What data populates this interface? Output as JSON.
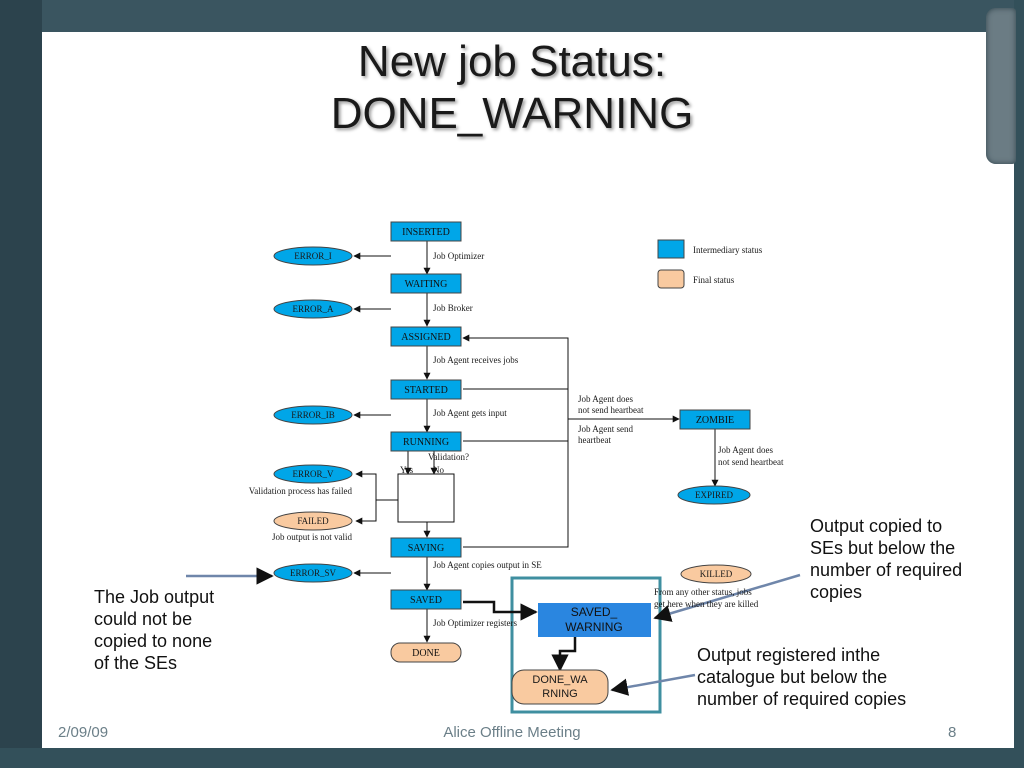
{
  "title": {
    "line1": "New job Status:",
    "line2": "DONE_WARNING"
  },
  "footer": {
    "date": "2/09/09",
    "meeting": "Alice Offline Meeting",
    "page": "8"
  },
  "legend": {
    "intermediary": "Intermediary status",
    "final": "Final status"
  },
  "states": {
    "inserted": "INSERTED",
    "waiting": "WAITING",
    "assigned": "ASSIGNED",
    "started": "STARTED",
    "running": "RUNNING",
    "saving": "SAVING",
    "saved": "SAVED",
    "done": "DONE",
    "zombie": "ZOMBIE",
    "expired": "EXPIRED",
    "error_i": "ERROR_I",
    "error_a": "ERROR_A",
    "error_ib": "ERROR_IB",
    "error_v": "ERROR_V",
    "failed": "FAILED",
    "error_sv": "ERROR_SV",
    "killed": "KILLED",
    "saved_warning_1": "SAVED_",
    "saved_warning_2": "WARNING",
    "done_warning_1": "DONE_WA",
    "done_warning_2": "RNING"
  },
  "labels": {
    "job_optimizer": "Job Optimizer",
    "job_broker": "Job Broker",
    "agent_receives": "Job Agent receives jobs",
    "agent_input": "Job Agent gets input",
    "validation": "Validation?",
    "yes": "Yes",
    "no": "No",
    "validation_failed": "Validation process has failed",
    "output_not_valid": "Job output is not valid",
    "copies_output": "Job Agent copies output in SE",
    "optimizer_registers": "Job Optimizer registers",
    "hb1_1": "Job Agent does",
    "hb1_2": "not send heartbeat",
    "hb2_1": "Job Agent  send",
    "hb2_2": "heartbeat",
    "hb3_1": "Job Agent does",
    "hb3_2": "not send heartbeat",
    "killed_1": "From any  other status, jobs",
    "killed_2": "get here when they are killed"
  },
  "callouts": {
    "left": [
      "The Job output",
      "could not be",
      "copied to none",
      "of the SEs"
    ],
    "right_top": [
      "Output copied to",
      "SEs but below the",
      "number of required",
      "copies"
    ],
    "right_bottom": [
      "Output registered inthe",
      "catalogue but below the",
      "number of required copies"
    ]
  },
  "colors": {
    "intermediary": "#00a6e8",
    "final": "#f9caa0",
    "highlight": "#3f8fa0",
    "warning_box": "#2a86e0"
  }
}
